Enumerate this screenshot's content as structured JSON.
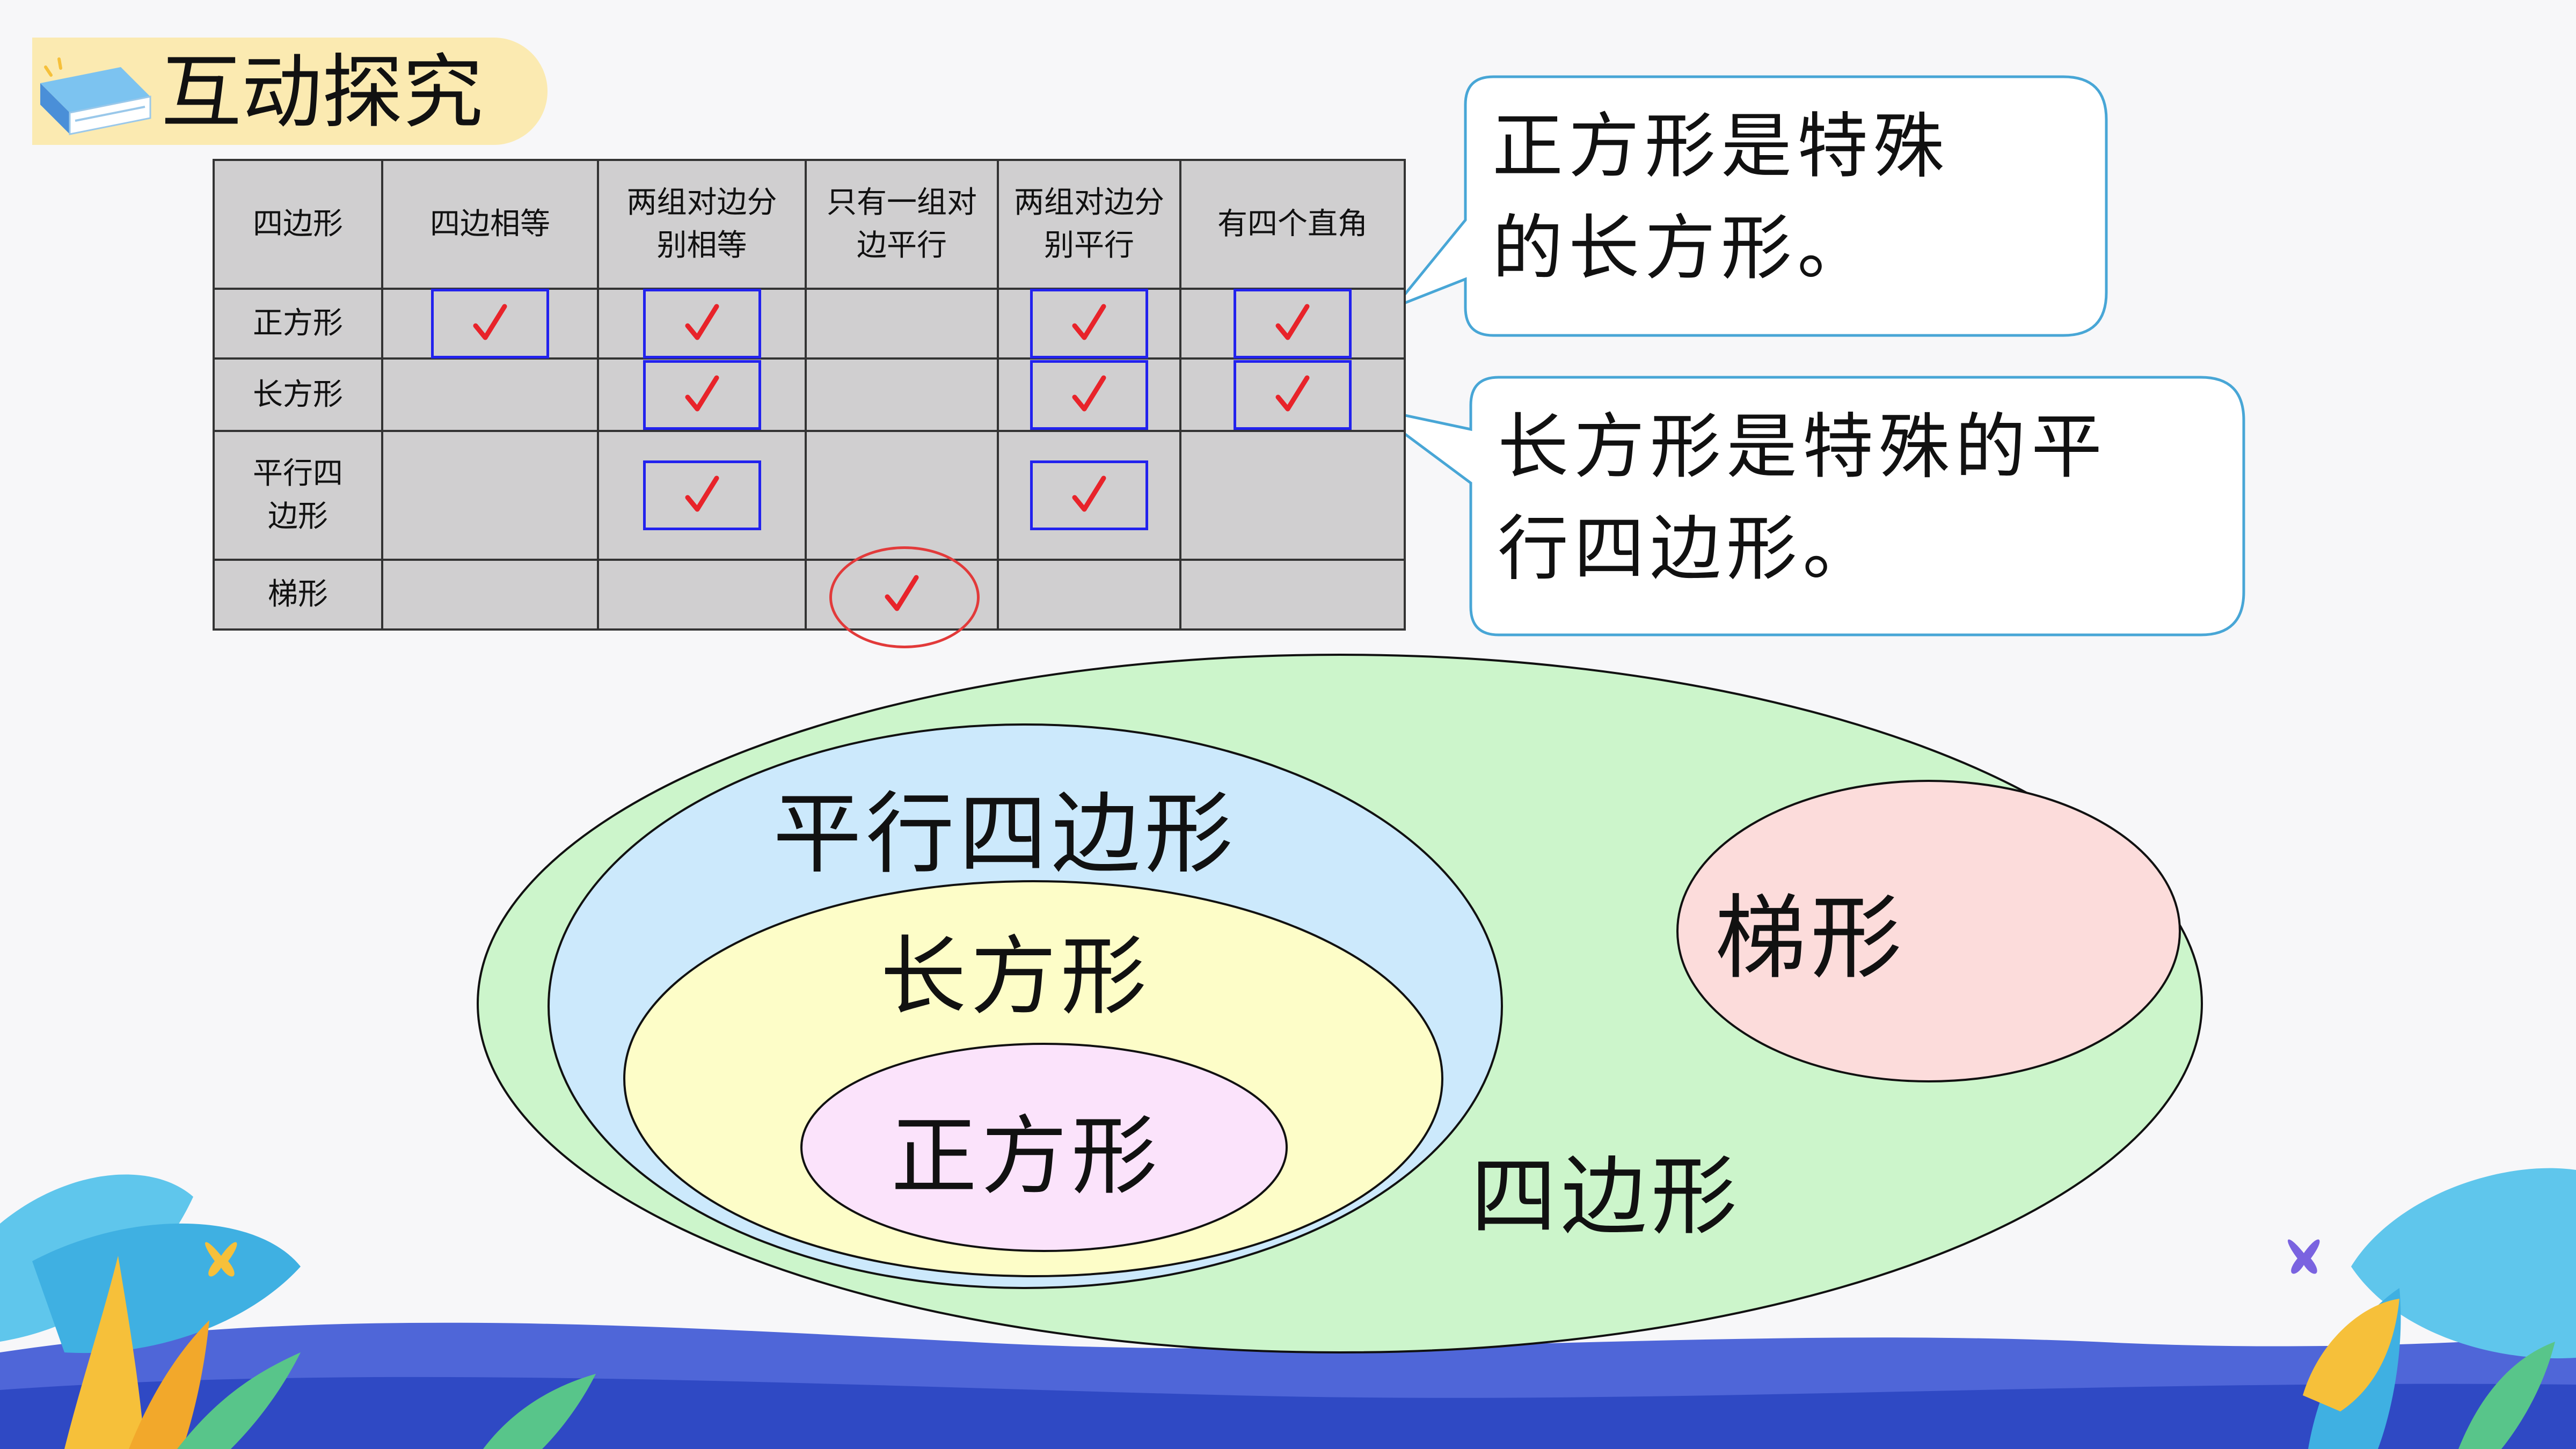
{
  "header": {
    "title": "互动探究",
    "icon": "book-icon",
    "banner_color": "#fbeab1"
  },
  "table": {
    "columns": [
      "四边形",
      "四边相等",
      "两组对边分别相等",
      "只有一组对边平行",
      "两组对边分别平行",
      "有四个直角"
    ],
    "rows": [
      {
        "name": "正方形",
        "checks": [
          true,
          true,
          false,
          true,
          true
        ]
      },
      {
        "name": "长方形",
        "checks": [
          false,
          true,
          false,
          true,
          true
        ]
      },
      {
        "name": "平行四边形",
        "checks": [
          false,
          true,
          false,
          true,
          false
        ]
      },
      {
        "name": "梯形",
        "checks": [
          false,
          false,
          true,
          false,
          false
        ]
      }
    ],
    "check_symbol": "√",
    "check_color": "#e8232a",
    "box_color": "#2222ee",
    "circle_color": "#e23a3a",
    "cell_bg": "#d0cfd0"
  },
  "callouts": [
    {
      "lines": [
        "正方形是特殊",
        "的长方形。"
      ]
    },
    {
      "lines": [
        "长方形是特殊的平",
        "行四边形。"
      ]
    }
  ],
  "venn": {
    "quadrilateral": {
      "label": "四边形",
      "color": "#ccf5cb"
    },
    "parallelogram": {
      "label": "平行四边形",
      "color": "#cce9fc"
    },
    "rectangle": {
      "label": "长方形",
      "color": "#fdfdc8"
    },
    "square": {
      "label": "正方形",
      "color": "#fbe3fb"
    },
    "trapezoid": {
      "label": "梯形",
      "color": "#fcdcdb"
    }
  },
  "decor": [
    "leaf-icon",
    "butterfly-icon",
    "hill-shape"
  ]
}
